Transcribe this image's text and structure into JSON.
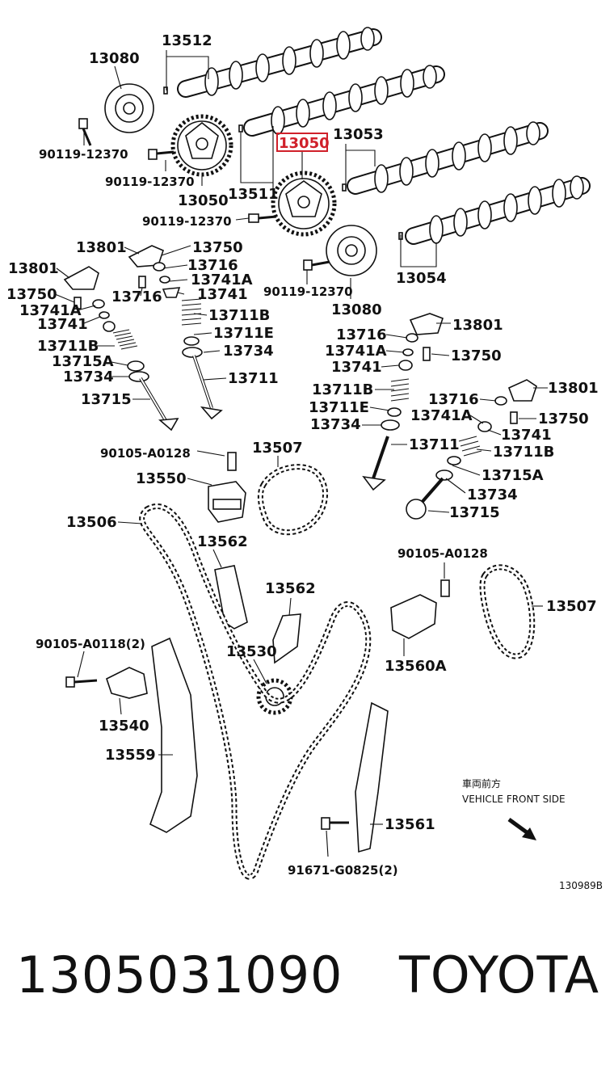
{
  "diagram": {
    "highlight_color": "#d0202a",
    "callouts": [
      {
        "id": "c1",
        "text": "13512"
      },
      {
        "id": "c2",
        "text": "13080"
      },
      {
        "id": "c3",
        "text": "90119-12370"
      },
      {
        "id": "c4",
        "text": "90119-12370"
      },
      {
        "id": "c5",
        "text": "13050"
      },
      {
        "id": "c6",
        "text": "13050"
      },
      {
        "id": "c7",
        "text": "13511"
      },
      {
        "id": "c8",
        "text": "13053"
      },
      {
        "id": "c9",
        "text": "90119-12370"
      },
      {
        "id": "c10",
        "text": "13801"
      },
      {
        "id": "c11",
        "text": "13750"
      },
      {
        "id": "c12",
        "text": "13801"
      },
      {
        "id": "c13",
        "text": "13716"
      },
      {
        "id": "c14",
        "text": "13741A"
      },
      {
        "id": "c15",
        "text": "13750"
      },
      {
        "id": "c16",
        "text": "13716"
      },
      {
        "id": "c17",
        "text": "13741"
      },
      {
        "id": "c18",
        "text": "13741A"
      },
      {
        "id": "c19",
        "text": "13741"
      },
      {
        "id": "c20",
        "text": "13711B"
      },
      {
        "id": "c21",
        "text": "13711E"
      },
      {
        "id": "c22",
        "text": "13711B"
      },
      {
        "id": "c23",
        "text": "13734"
      },
      {
        "id": "c24",
        "text": "13715A"
      },
      {
        "id": "c25",
        "text": "13734"
      },
      {
        "id": "c26",
        "text": "13711"
      },
      {
        "id": "c27",
        "text": "13715"
      },
      {
        "id": "c28",
        "text": "90119-12370"
      },
      {
        "id": "c29",
        "text": "13054"
      },
      {
        "id": "c30",
        "text": "13080"
      },
      {
        "id": "c31",
        "text": "13801"
      },
      {
        "id": "c32",
        "text": "13716"
      },
      {
        "id": "c33",
        "text": "13741A"
      },
      {
        "id": "c34",
        "text": "13750"
      },
      {
        "id": "c35",
        "text": "13741"
      },
      {
        "id": "c36",
        "text": "13711B"
      },
      {
        "id": "c37",
        "text": "13801"
      },
      {
        "id": "c38",
        "text": "13716"
      },
      {
        "id": "c39",
        "text": "13711E"
      },
      {
        "id": "c40",
        "text": "13741A"
      },
      {
        "id": "c41",
        "text": "13750"
      },
      {
        "id": "c42",
        "text": "13734"
      },
      {
        "id": "c43",
        "text": "13741"
      },
      {
        "id": "c44",
        "text": "13711"
      },
      {
        "id": "c45",
        "text": "13711B"
      },
      {
        "id": "c46",
        "text": "13715A"
      },
      {
        "id": "c47",
        "text": "13734"
      },
      {
        "id": "c48",
        "text": "13715"
      },
      {
        "id": "c49",
        "text": "90105-A0128"
      },
      {
        "id": "c50",
        "text": "13507"
      },
      {
        "id": "c51",
        "text": "13550"
      },
      {
        "id": "c52",
        "text": "13506"
      },
      {
        "id": "c53",
        "text": "13562"
      },
      {
        "id": "c54",
        "text": "90105-A0128"
      },
      {
        "id": "c55",
        "text": "13562"
      },
      {
        "id": "c56",
        "text": "13507"
      },
      {
        "id": "c57",
        "text": "90105-A0118(2)"
      },
      {
        "id": "c58",
        "text": "13530"
      },
      {
        "id": "c59",
        "text": "13560A"
      },
      {
        "id": "c60",
        "text": "13540"
      },
      {
        "id": "c61",
        "text": "13559"
      },
      {
        "id": "c62",
        "text": "13561"
      },
      {
        "id": "c63",
        "text": "91671-G0825(2)"
      }
    ],
    "vehicle_front_jp": "車両前方",
    "vehicle_front_en": "VEHICLE FRONT SIDE",
    "figure_code": "130989B"
  },
  "footer": {
    "part_number": "1305031090",
    "brand": "TOYOTA"
  }
}
